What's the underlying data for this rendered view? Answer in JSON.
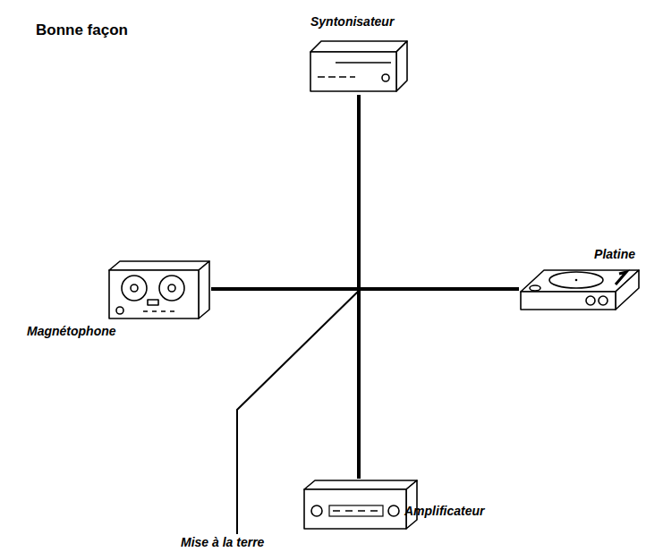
{
  "diagram": {
    "title": "Bonne façon",
    "nodes": [
      {
        "text": [
          "Syntonisateur"
        ]
      },
      {
        "text": [
          "Platine"
        ]
      },
      {
        "text": [
          "Magnétophone"
        ]
      },
      {
        "text": [
          "Amplificateur"
        ]
      }
    ],
    "edges": [
      {
        "from": 0,
        "to": 3,
        "arrow": "none"
      },
      {
        "from": 2,
        "to": 1,
        "arrow": "none"
      }
    ],
    "labels": [
      "Mise à la terre"
    ]
  }
}
